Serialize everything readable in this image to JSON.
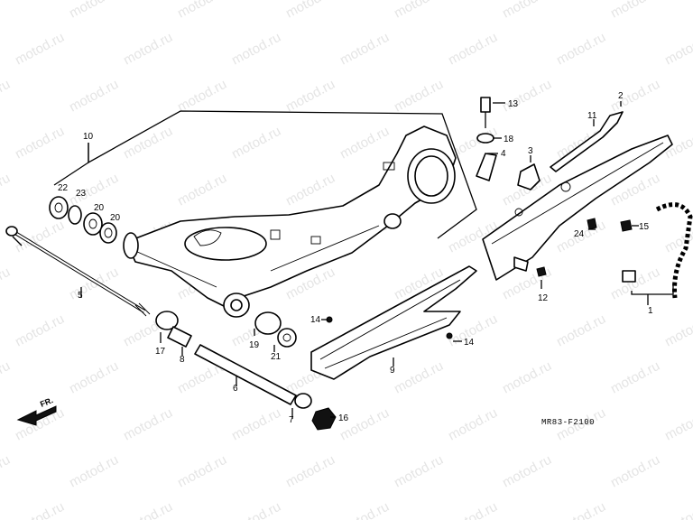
{
  "diagram": {
    "drawing_code": "MR83-F2100",
    "direction_label": "FR.",
    "watermark": "motod.ru",
    "callouts": {
      "c1": "1",
      "c2": "2",
      "c3": "3",
      "c4": "4",
      "c5": "5",
      "c6": "6",
      "c7": "7",
      "c8": "8",
      "c9": "9",
      "c10": "10",
      "c11": "11",
      "c12": "12",
      "c13": "13",
      "c14a": "14",
      "c14b": "14",
      "c15": "15",
      "c16": "16",
      "c17": "17",
      "c18": "18",
      "c19": "19",
      "c20a": "20",
      "c20b": "20",
      "c21": "21",
      "c22": "22",
      "c23": "23",
      "c24": "24"
    }
  }
}
